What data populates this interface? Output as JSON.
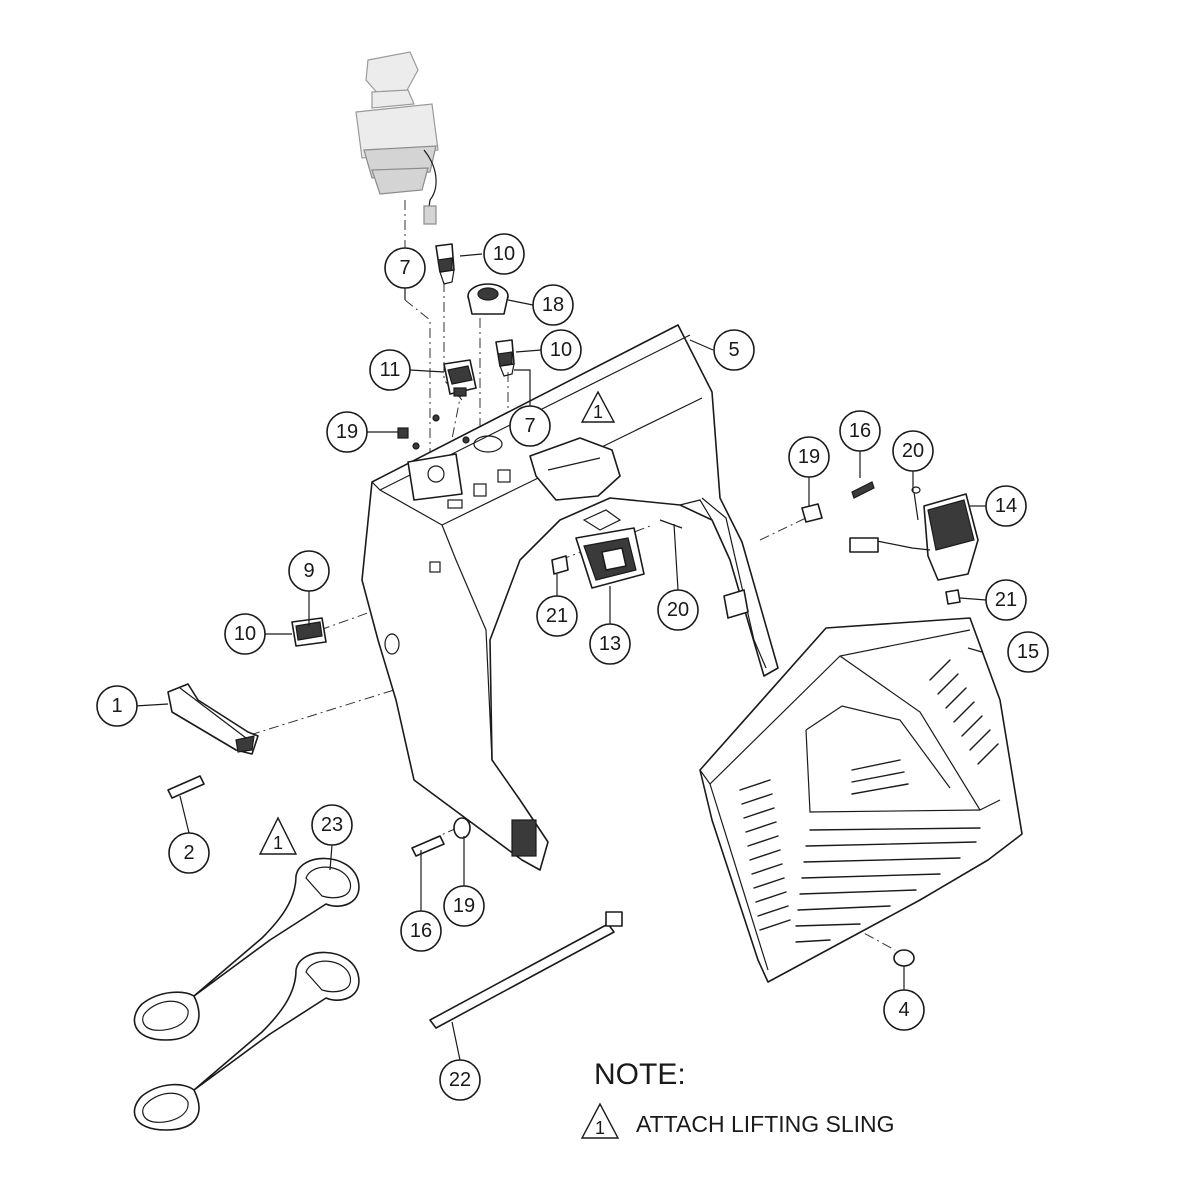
{
  "callouts": {
    "c1": "1",
    "c2": "2",
    "c4": "4",
    "c5": "5",
    "c7a": "7",
    "c7b": "7",
    "c9": "9",
    "c10a": "10",
    "c10b": "10",
    "c10c": "10",
    "c11": "11",
    "c13": "13",
    "c14": "14",
    "c15": "15",
    "c16a": "16",
    "c16b": "16",
    "c18": "18",
    "c19a": "19",
    "c19b": "19",
    "c19c": "19",
    "c20a": "20",
    "c20b": "20",
    "c21a": "21",
    "c21b": "21",
    "c22": "22",
    "c23": "23"
  },
  "warnings": {
    "w_main": "1",
    "w_sling": "1",
    "w_note": "1"
  },
  "note": {
    "title": "NOTE:",
    "text": "ATTACH LIFTING SLING"
  }
}
